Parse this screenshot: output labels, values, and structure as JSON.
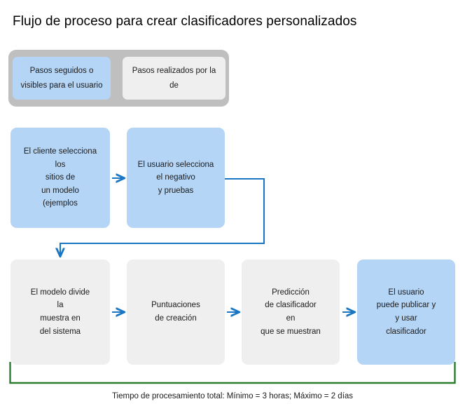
{
  "diagram": {
    "title": "Flujo de proceso para crear clasificadores personalizados",
    "colors": {
      "user_step_fill": "#b4d5f6",
      "system_step_fill": "#efefef",
      "legend_frame_fill": "#bfbfbf",
      "arrow": "#1a75c2",
      "bracket": "#2a7d2e",
      "text": "#1a1a1a",
      "background": "#ffffff"
    },
    "legend": {
      "items": [
        {
          "type": "user",
          "lines": [
            "Pasos seguidos o",
            "visibles para el usuario"
          ]
        },
        {
          "type": "system",
          "lines": [
            "Pasos realizados por la",
            "de"
          ]
        }
      ]
    },
    "rows": [
      {
        "id": "row-1",
        "boxes": [
          {
            "id": "box-client",
            "type": "user",
            "lines": [
              "El cliente selecciona",
              "los",
              "sitios de",
              "un modelo",
              "(ejemplos"
            ]
          },
          {
            "id": "box-user-sel",
            "type": "user",
            "lines": [
              "El usuario selecciona",
              "el negativo",
              "y pruebas"
            ]
          }
        ]
      },
      {
        "id": "row-2",
        "boxes": [
          {
            "id": "box-model-div",
            "type": "system",
            "lines": [
              "El modelo divide",
              "la",
              "muestra en",
              "del sistema"
            ]
          },
          {
            "id": "box-scores",
            "type": "system",
            "lines": [
              "Puntuaciones",
              "de creación"
            ]
          },
          {
            "id": "box-predict",
            "type": "system",
            "lines": [
              "Predicción",
              "de clasificador",
              "en",
              "que se muestran"
            ]
          },
          {
            "id": "box-publish",
            "type": "user",
            "lines": [
              "El usuario",
              "puede publicar y",
              "y usar",
              "clasificador"
            ]
          }
        ]
      }
    ],
    "footnote": "Tiempo de procesamiento total: Mínimo = 3 horas; Máximo = 2 días"
  }
}
